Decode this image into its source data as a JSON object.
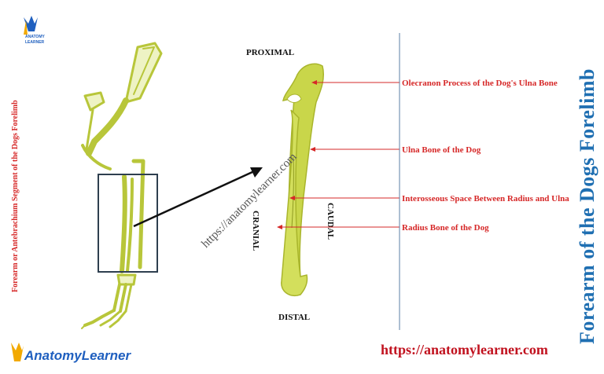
{
  "directions": {
    "proximal": "PROXIMAL",
    "distal": "DISTAL",
    "cranial": "CRANIAL",
    "caudal": "CAUDAL"
  },
  "labels": [
    "Olecranon Process of the Dog's Ulna Bone",
    "Ulna Bone of the Dog",
    "Interosseous Space Between Radius and Ulna",
    "Radius Bone of the Dog"
  ],
  "side_title": "Forearm or Antebrachium Segment of the Dogs Forelimb",
  "main_title": "Forearm of the Dogs Forelimb",
  "watermark": "https://anatomylearner.com",
  "footer_url": "https://anatomylearner.com",
  "brand": {
    "name": "AnatomyLearner",
    "small_text_1": "ANATOMY",
    "small_text_2": "LEARNER"
  },
  "colors": {
    "bone": "#c9d64a",
    "bone_shade": "#a9b52c",
    "label_red": "#d62828",
    "title_blue": "#1f6fb2",
    "box": "#2e3f4f",
    "divider": "#5b7fa6"
  }
}
